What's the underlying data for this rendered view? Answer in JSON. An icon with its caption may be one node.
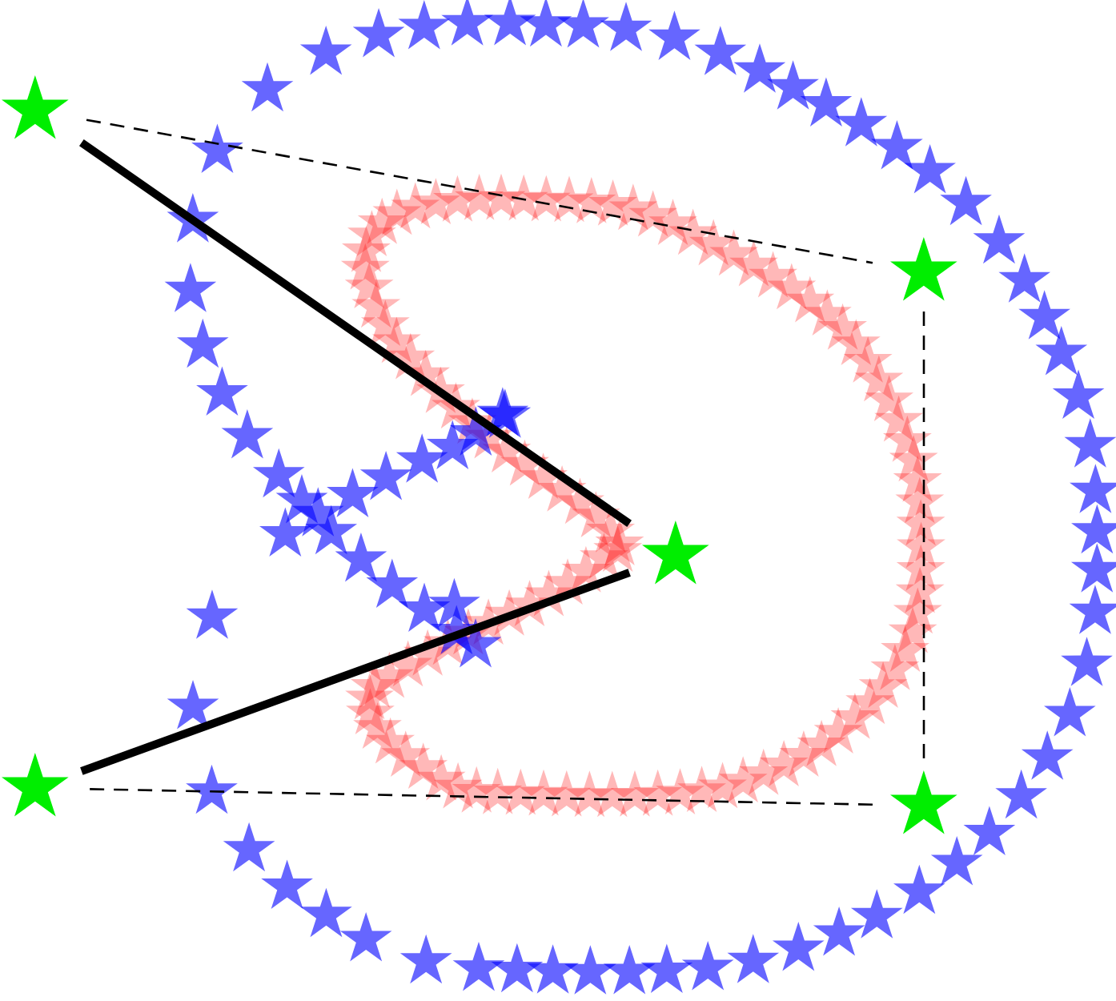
{
  "diagram": {
    "nodes": [
      {
        "text": [],
        "shape": "star"
      },
      {
        "text": [],
        "shape": "star"
      },
      {
        "text": [],
        "shape": "star"
      },
      {
        "text": [],
        "shape": "star"
      },
      {
        "text": [],
        "shape": "star"
      }
    ],
    "edges": [
      {
        "from": 0,
        "to": 1,
        "arrow": "none",
        "style": "dashed"
      },
      {
        "from": 1,
        "to": 4,
        "arrow": "none",
        "style": "dashed"
      },
      {
        "from": 4,
        "to": 3,
        "arrow": "none",
        "style": "dashed"
      },
      {
        "from": 3,
        "to": 2,
        "arrow": "none",
        "style": "thick"
      },
      {
        "from": 2,
        "to": 0,
        "arrow": "none",
        "style": "thick"
      }
    ]
  }
}
